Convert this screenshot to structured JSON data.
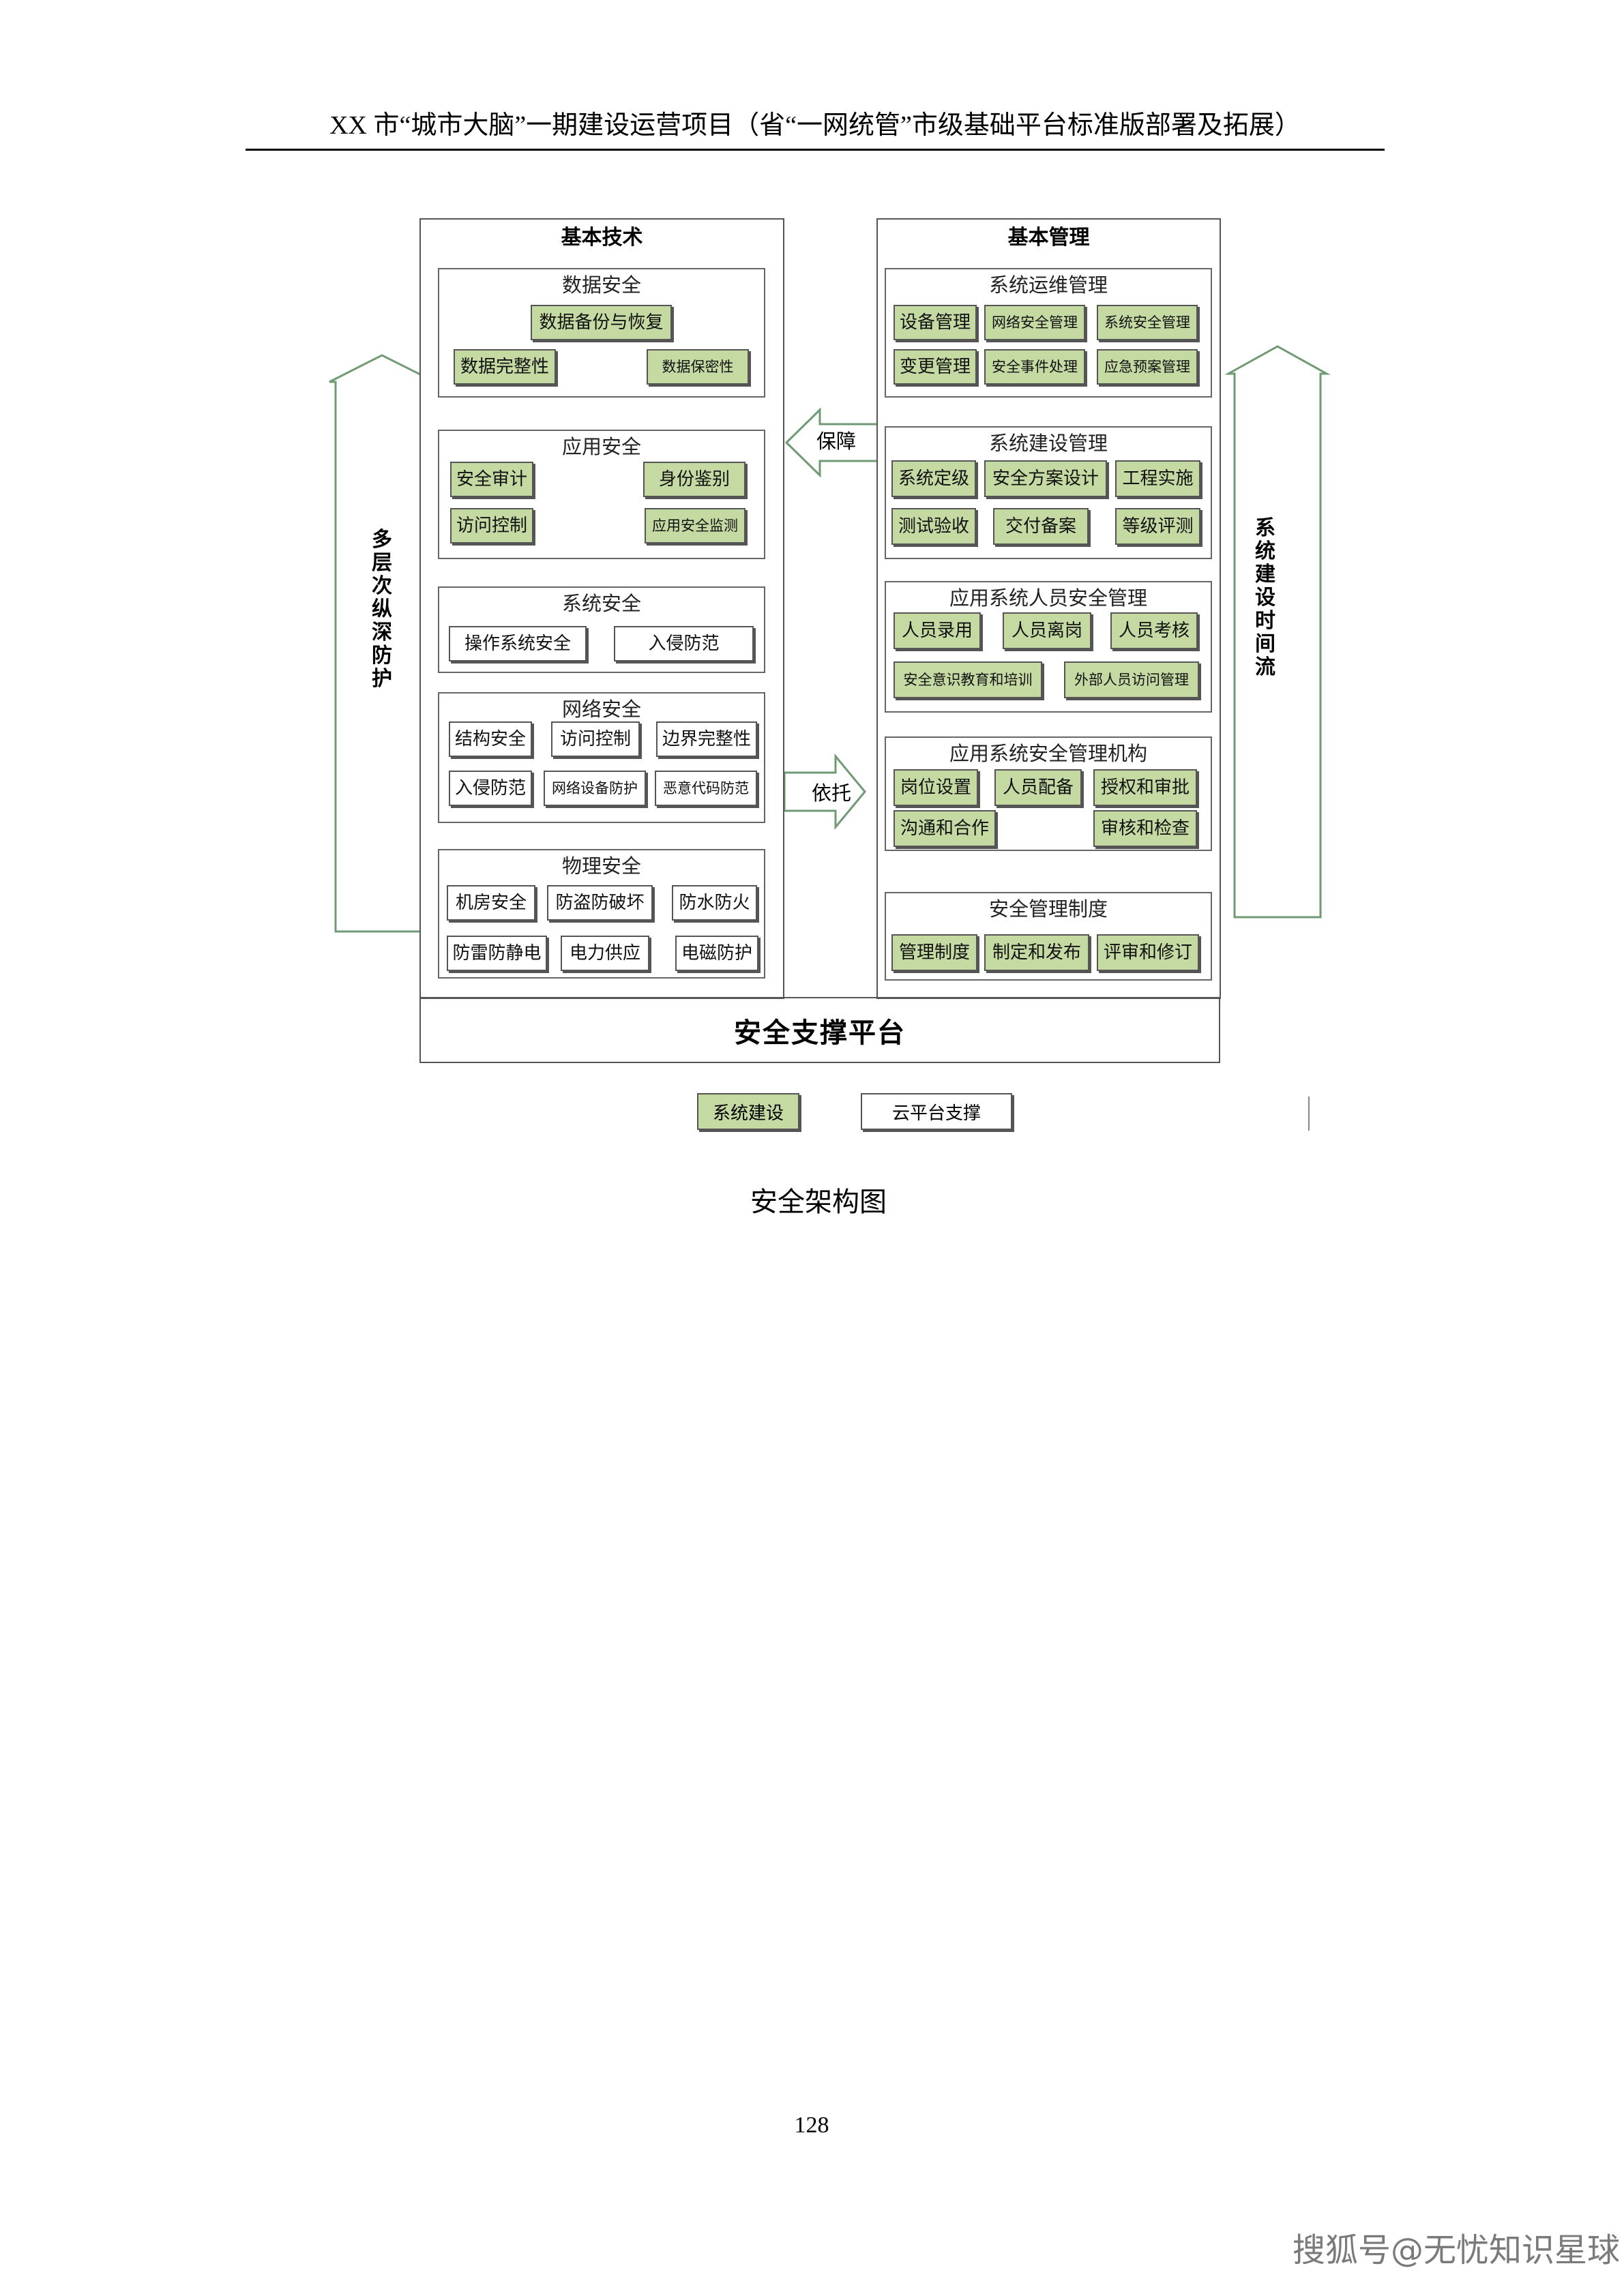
{
  "header": {
    "title": "XX 市“城市大脑”一期建设运营项目（省“一网统管”市级基础平台标准版部署及拓展）"
  },
  "left_column": {
    "title": "基本技术",
    "groups": [
      {
        "title": "数据安全",
        "items": [
          "数据备份与恢复",
          "数据完整性",
          "数据保密性"
        ]
      },
      {
        "title": "应用安全",
        "items": [
          "安全审计",
          "身份鉴别",
          "访问控制",
          "应用安全监测"
        ]
      },
      {
        "title": "系统安全",
        "items": [
          "操作系统安全",
          "入侵防范"
        ]
      },
      {
        "title": "网络安全",
        "items": [
          "结构安全",
          "访问控制",
          "边界完整性",
          "入侵防范",
          "网络设备防护",
          "恶意代码防范"
        ]
      },
      {
        "title": "物理安全",
        "items": [
          "机房安全",
          "防盗防破坏",
          "防水防火",
          "防雷防静电",
          "电力供应",
          "电磁防护"
        ]
      }
    ]
  },
  "right_column": {
    "title": "基本管理",
    "groups": [
      {
        "title": "系统运维管理",
        "items": [
          "设备管理",
          "网络安全管理",
          "系统安全管理",
          "变更管理",
          "安全事件处理",
          "应急预案管理"
        ]
      },
      {
        "title": "系统建设管理",
        "items": [
          "系统定级",
          "安全方案设计",
          "工程实施",
          "测试验收",
          "交付备案",
          "等级评测"
        ]
      },
      {
        "title": "应用系统人员安全管理",
        "items": [
          "人员录用",
          "人员离岗",
          "人员考核",
          "安全意识教育和培训",
          "外部人员访问管理"
        ]
      },
      {
        "title": "应用系统安全管理机构",
        "items": [
          "岗位设置",
          "人员配备",
          "授权和审批",
          "沟通和合作",
          "审核和检查"
        ]
      },
      {
        "title": "安全管理制度",
        "items": [
          "管理制度",
          "制定和发布",
          "评审和修订"
        ]
      }
    ]
  },
  "platform": {
    "label": "安全支撑平台"
  },
  "arrows": {
    "left_vertical": "多层次纵深防护",
    "right_vertical": "系统建设时间流",
    "guarantee": "保障",
    "rely_on": "依托"
  },
  "legend": {
    "system_build": "系统建设",
    "cloud_support": "云平台支撑"
  },
  "caption": "安全架构图",
  "page_number": "128",
  "watermark": "搜狐号@无忧知识星球",
  "colors": {
    "item_green": "#c5d9a3",
    "border": "#555555"
  }
}
